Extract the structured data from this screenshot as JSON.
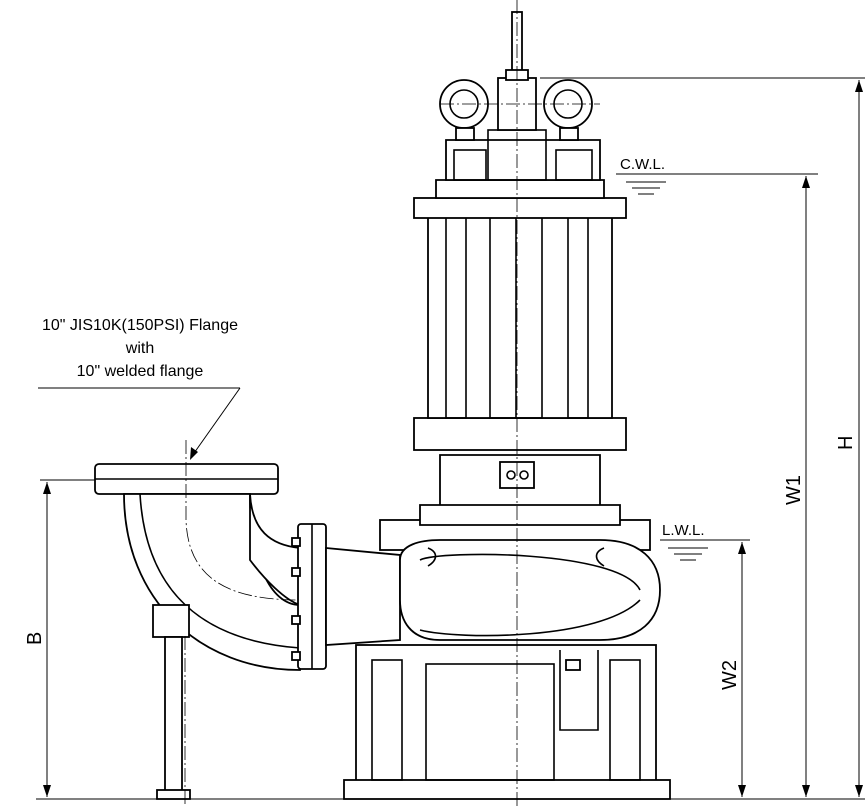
{
  "flange_note": {
    "line1": "10\" JIS10K(150PSI) Flange",
    "line2": "with",
    "line3": "10\" welded flange"
  },
  "water_levels": {
    "cwl": "C.W.L.",
    "lwl": "L.W.L."
  },
  "dimensions": {
    "h": "H",
    "w1": "W1",
    "w2": "W2",
    "b": "B"
  },
  "colors": {
    "line": "#000000",
    "background": "#ffffff"
  }
}
